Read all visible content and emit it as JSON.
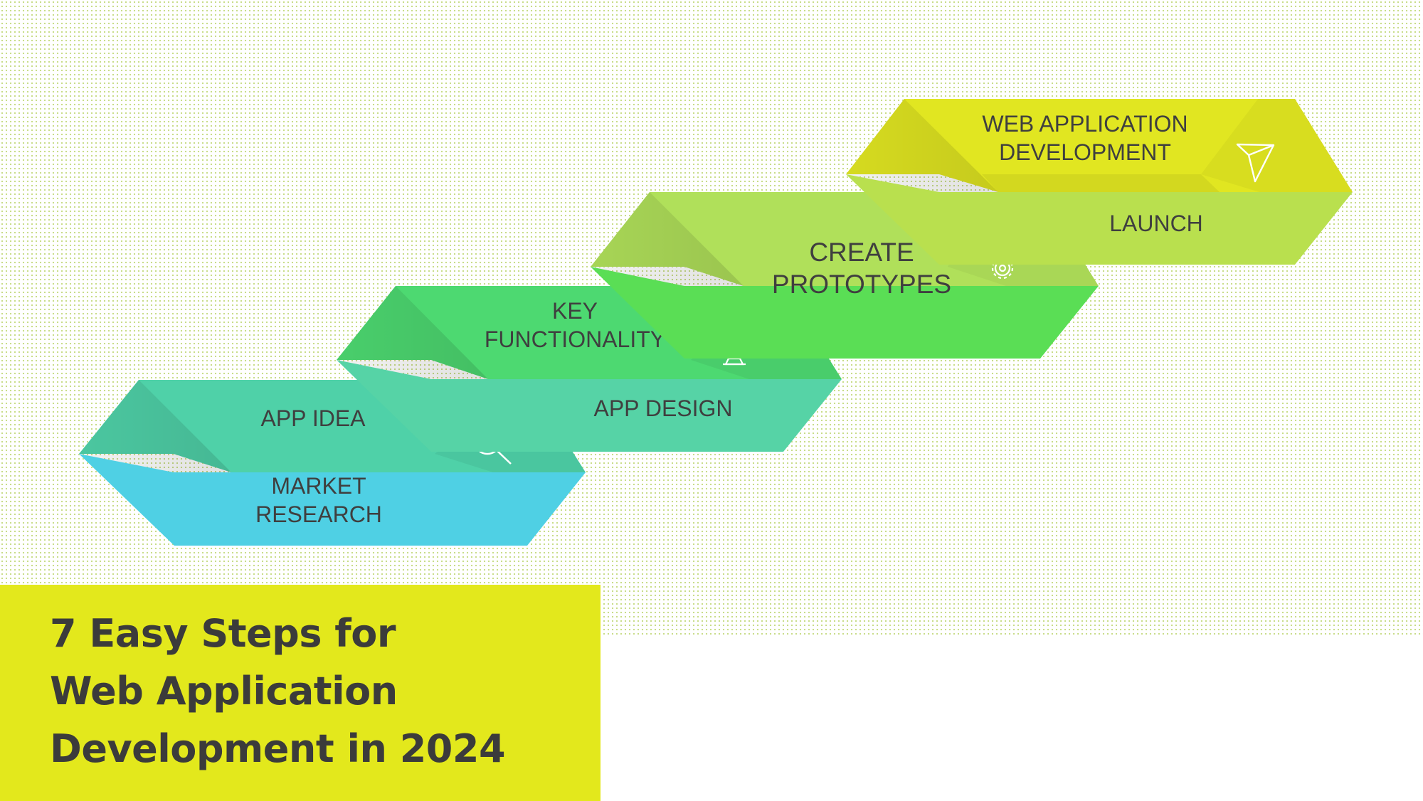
{
  "title": {
    "line1": "7 Easy Steps for",
    "line2": "Web Application",
    "line3": "Development in 2024"
  },
  "steps": [
    {
      "top": [
        "APP IDEA"
      ],
      "bottom": [
        "MARKET",
        "RESEARCH"
      ],
      "icon": "magnifier-icon",
      "colors": {
        "top": "#4fd1a8",
        "bottom": "#4fd0e4"
      }
    },
    {
      "top": [
        "KEY",
        "FUNCTIONALITY"
      ],
      "bottom": [
        "APP DESIGN"
      ],
      "icon": "quill-ink-icon",
      "colors": {
        "top": "#4dd971",
        "bottom": "#56d3a6"
      }
    },
    {
      "top": [
        "CREATE",
        "PROTOTYPES"
      ],
      "bottom": [],
      "icon": "gears-icon",
      "colors": {
        "top": "#b0e05a",
        "bottom": "#5ade55"
      }
    },
    {
      "top": [
        "WEB APPLICATION",
        "DEVELOPMENT"
      ],
      "bottom": [
        "LAUNCH"
      ],
      "icon": "paper-plane-icon",
      "colors": {
        "top": "#e1e621",
        "bottom": "#b9e04e"
      }
    }
  ]
}
